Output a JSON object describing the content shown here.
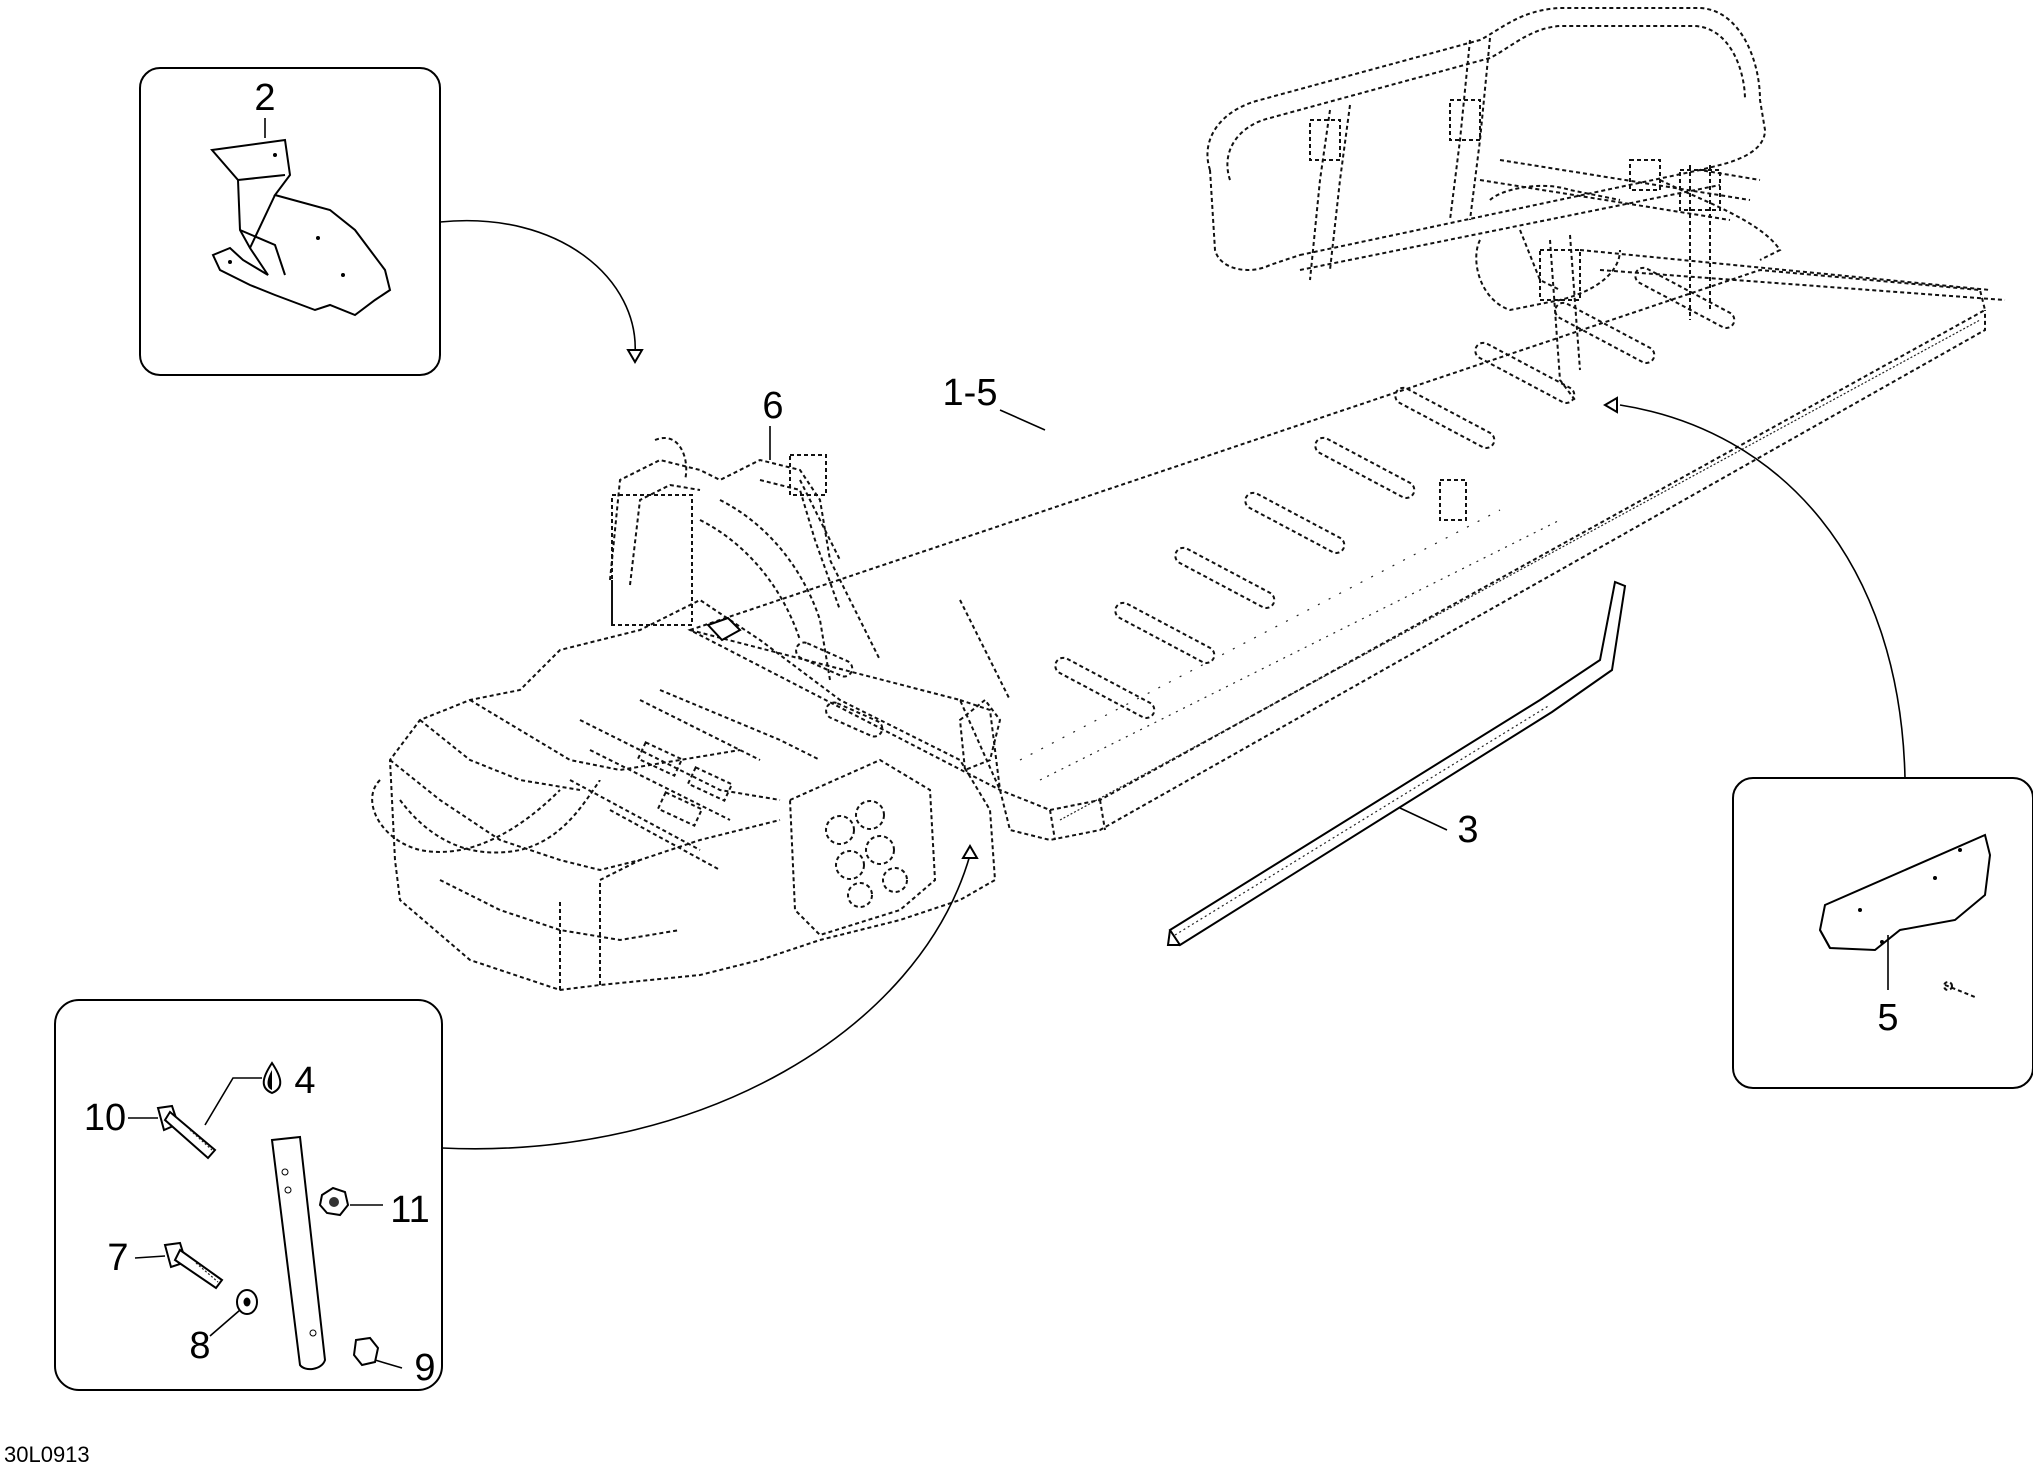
{
  "drawing_code": "30L0913",
  "callouts": {
    "c2": "2",
    "c1_5": "1-5",
    "c6": "6",
    "c3": "3",
    "c5": "5",
    "c4": "4",
    "c10": "10",
    "c11": "11",
    "c7": "7",
    "c8": "8",
    "c9": "9"
  },
  "icons": {
    "lubricant": "oil-drop-icon"
  }
}
